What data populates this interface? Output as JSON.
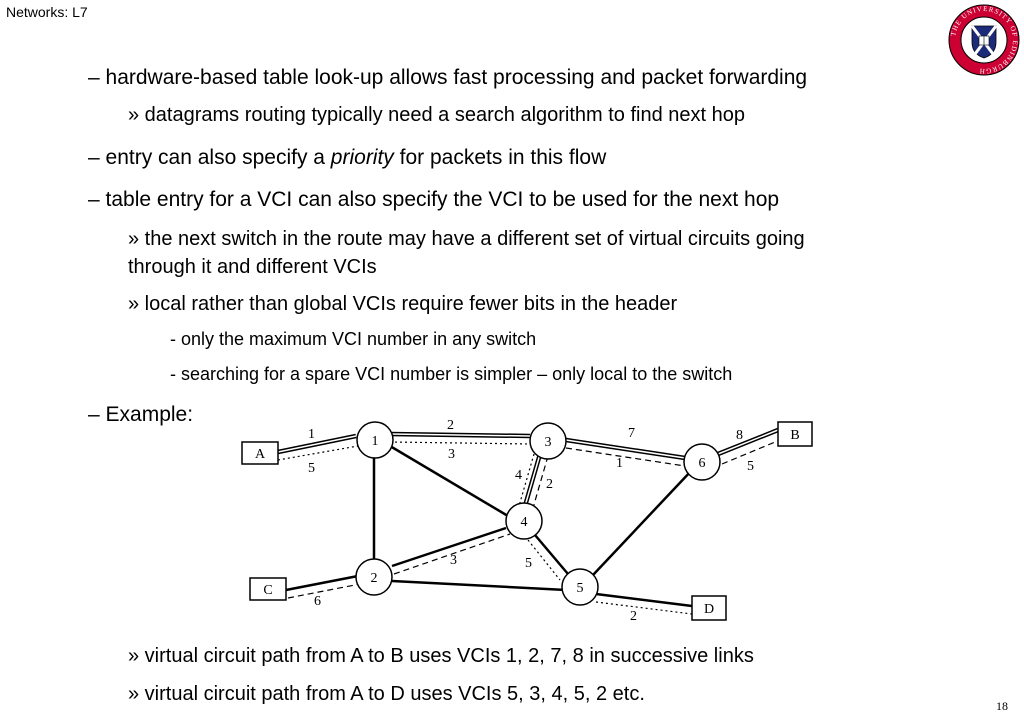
{
  "header": "Networks: L7",
  "page_number": "18",
  "bullets": {
    "b1": "– hardware-based table look-up allows fast processing and packet forwarding",
    "b1_sub": "» datagrams routing typically need a search algorithm to find next hop",
    "b2_pre": "– entry can also specify a ",
    "b2_em": "priority",
    "b2_post": " for packets in this flow",
    "b3": "– table entry for a VCI can also specify the VCI to be used for the next hop",
    "b3_sub1_a": "» the next switch in the route may have a different set of virtual circuits going",
    "b3_sub1_b": "through it and different VCIs",
    "b3_sub2": "» local rather than global VCIs require fewer bits in the header",
    "b3_sub2_i1": "-  only the maximum VCI number in any switch",
    "b3_sub2_i2": "-  searching for a spare VCI number is simpler – only local to the switch",
    "b4": "– Example:",
    "foot1": "» virtual circuit path from A to B uses VCIs 1, 2, 7, 8 in successive links",
    "foot2": "» virtual circuit path from A to D uses VCIs 5, 3, 4, 5, 2 etc."
  },
  "diagram": {
    "nodes": [
      "1",
      "2",
      "3",
      "4",
      "5",
      "6"
    ],
    "hosts": [
      "A",
      "B",
      "C",
      "D"
    ],
    "edge_labels": [
      "1",
      "5",
      "2",
      "3",
      "7",
      "1",
      "8",
      "5",
      "4",
      "2",
      "3",
      "5",
      "6",
      "2"
    ]
  },
  "logo": {
    "text": "THE UNIVERSITY OF EDINBURGH",
    "colors": {
      "ring": "#cc0033",
      "shield": "#1c2a7a"
    }
  }
}
